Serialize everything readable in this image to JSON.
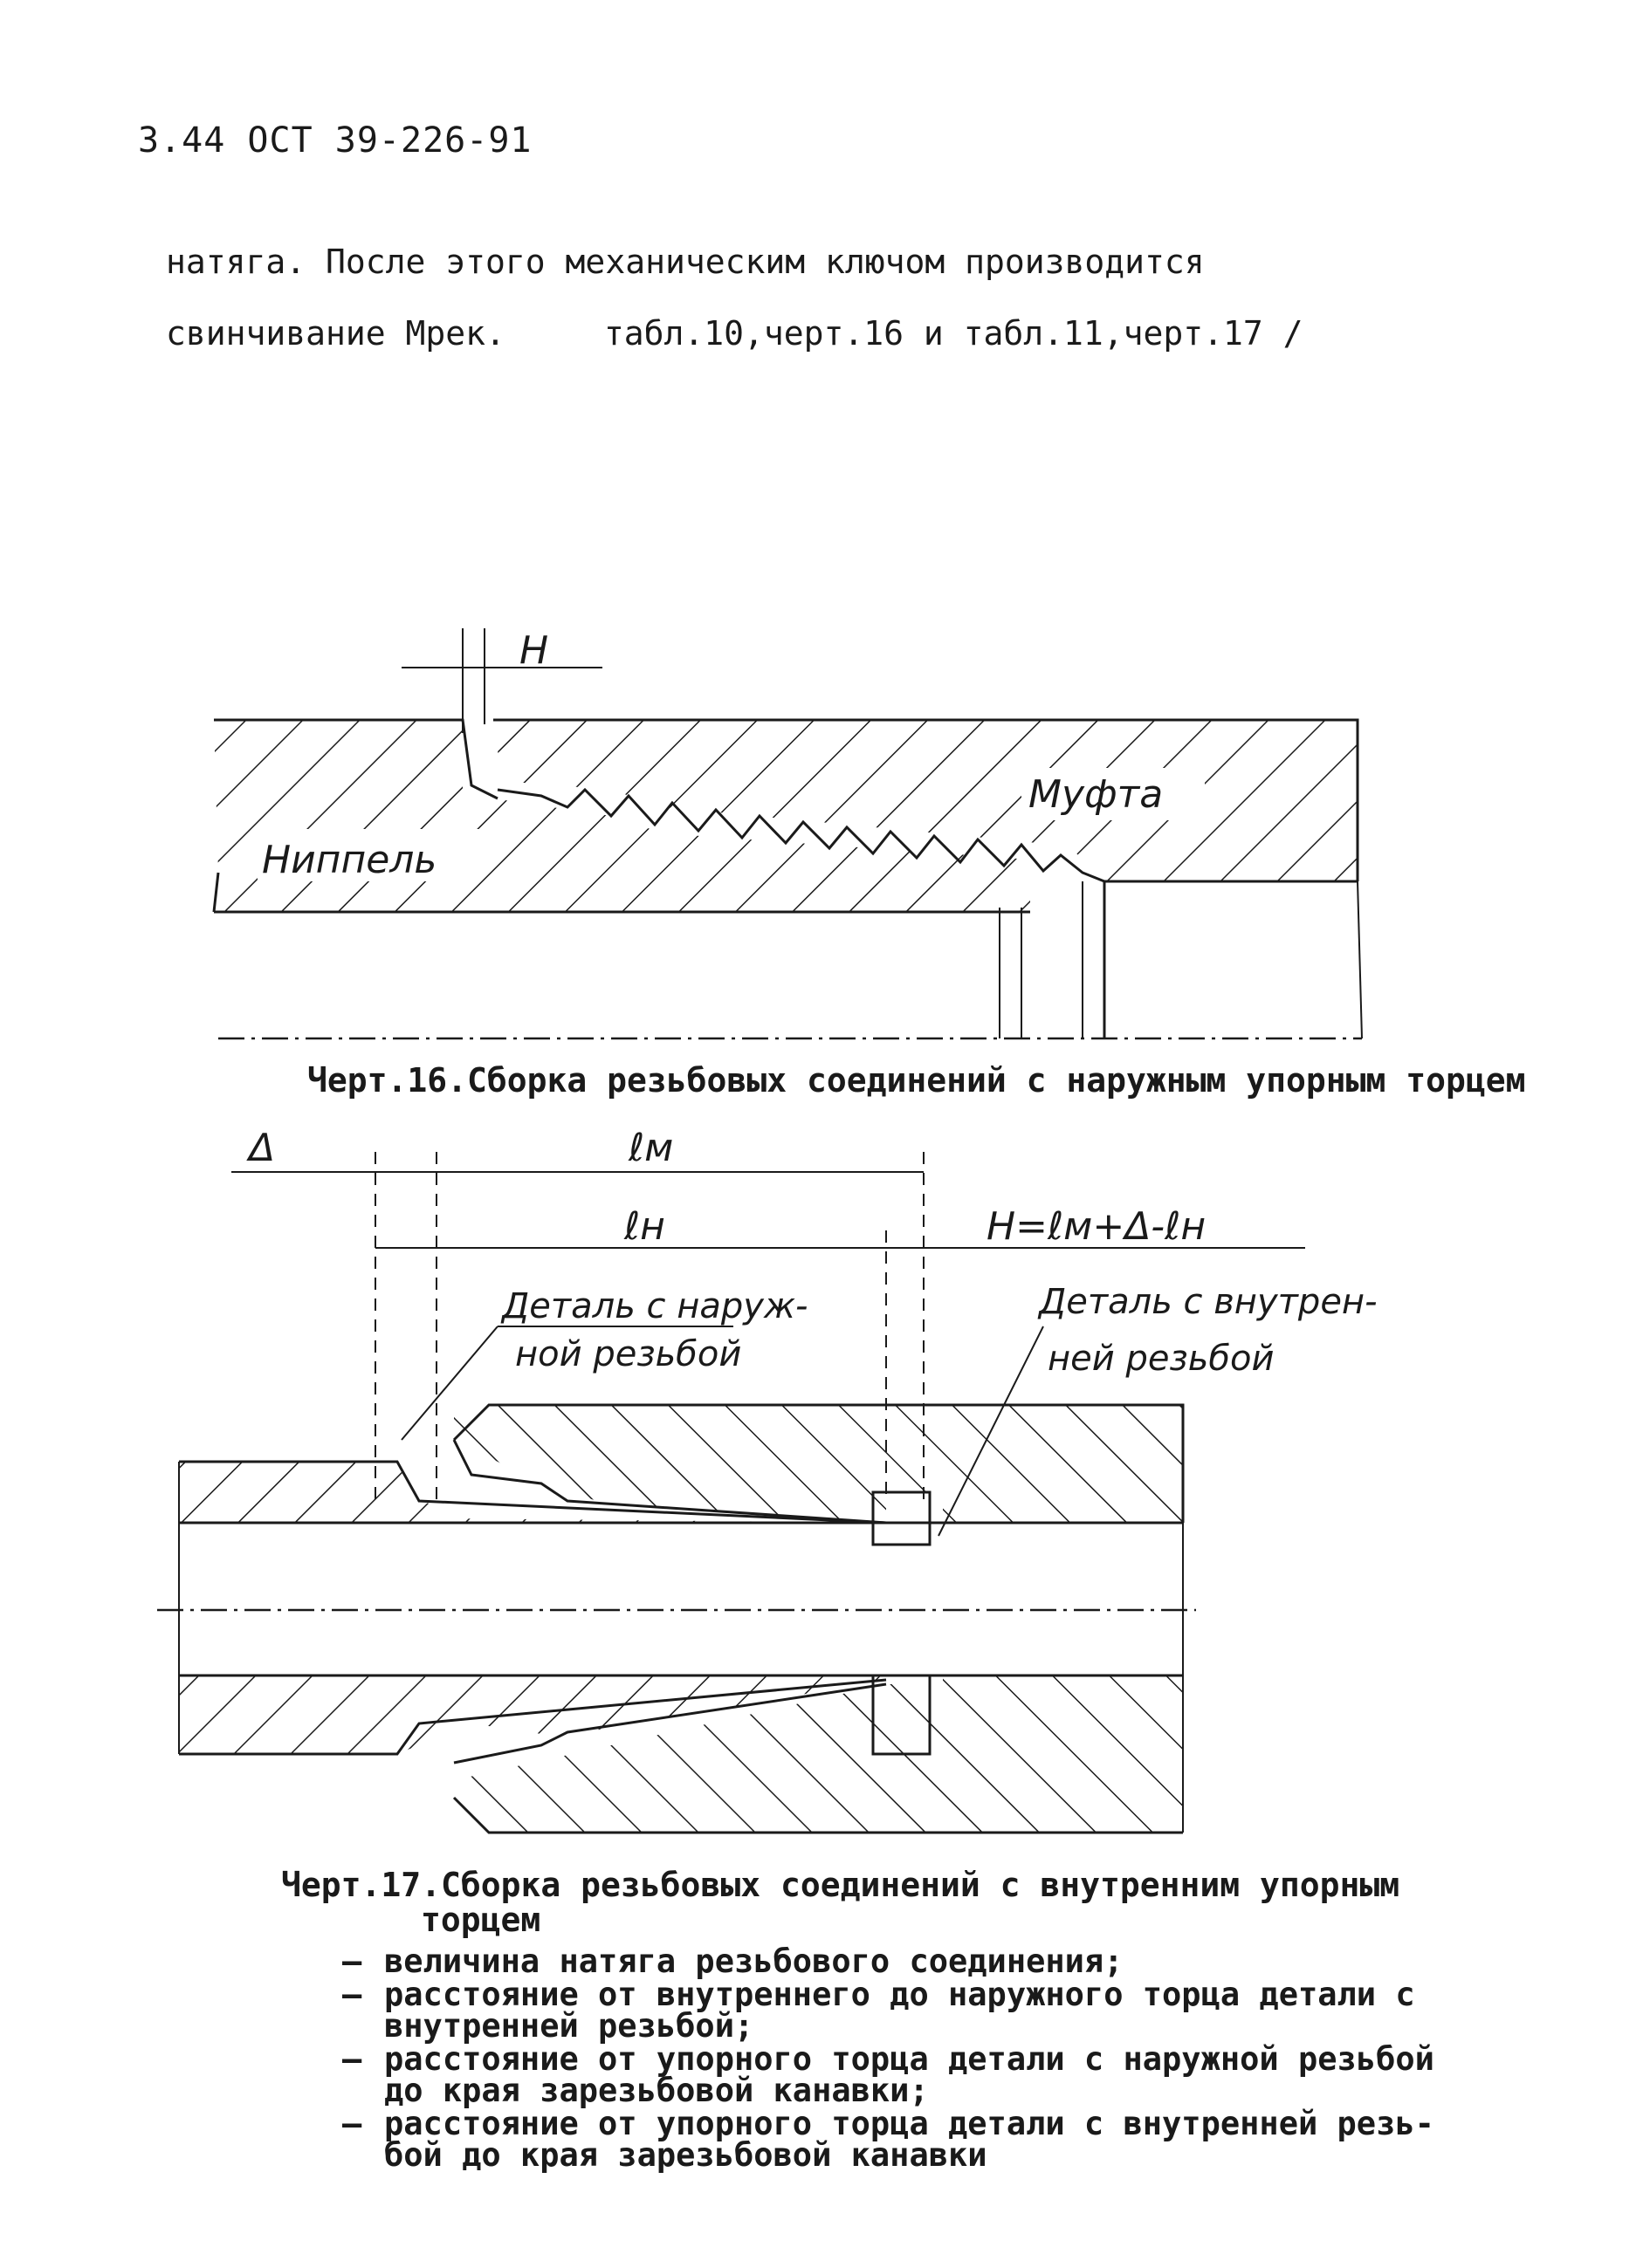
{
  "header": {
    "page_ref": "3.44 ОСТ 39-226-91"
  },
  "body_text": {
    "line1": "натяга. После этого механическим ключом производится",
    "line2_text": "свинчивание Мрек.",
    "line2_ref": "табл.10,черт.16 и табл.11,черт.17 /"
  },
  "figure16": {
    "dim_label": "H",
    "part_left": "Ниппель",
    "part_right": "Муфта",
    "caption": "Черт.16.Сборка резьбовых соединений с наружным упорным торцем"
  },
  "figure17": {
    "delta_label": "Δ",
    "lm_label": "ℓм",
    "ln_label": "ℓн",
    "formula": "H=ℓм+Δ-ℓн",
    "outer_part_line1": "Деталь с наруж-",
    "outer_part_line2": "ной резьбой",
    "inner_part_line1": "Деталь с внутрен-",
    "inner_part_line2": "ней резьбой",
    "caption_line1": "Черт.17.Сборка резьбовых соединений с внутренним упорным",
    "caption_line2": "торцем"
  },
  "legend": [
    "величина натяга резьбового соединения;",
    "расстояние от внутреннего до наружного торца детали с\nвнутренней резьбой;",
    "расстояние от упорного торца детали с наружной резьбой\nдо края зарезьбовой канавки;",
    "расстояние от упорного торца детали с внутренней резь-\nбой до края зарезьбовой канавки"
  ]
}
